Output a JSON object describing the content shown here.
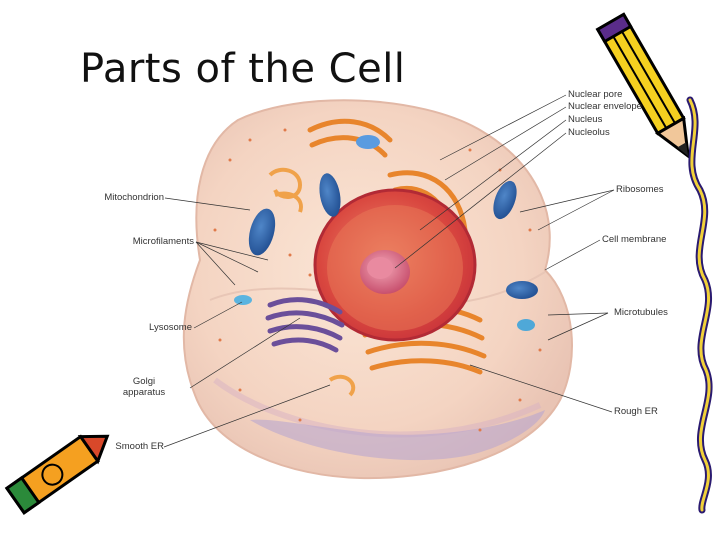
{
  "title": "Parts of the Cell",
  "labels": {
    "nuclear_pore": "Nuclear pore",
    "nuclear_envelope": "Nuclear envelope",
    "nucleus": "Nucleus",
    "nucleolus": "Nucleolus",
    "ribosomes": "Ribosomes",
    "cell_membrane": "Cell membrane",
    "microtubules": "Microtubules",
    "rough_er": "Rough ER",
    "mitochondrion": "Mitochondrion",
    "microfilaments": "Microfilaments",
    "lysosome": "Lysosome",
    "golgi_line1": "Golgi",
    "golgi_line2": "apparatus",
    "smooth_er": "Smooth ER"
  }
}
